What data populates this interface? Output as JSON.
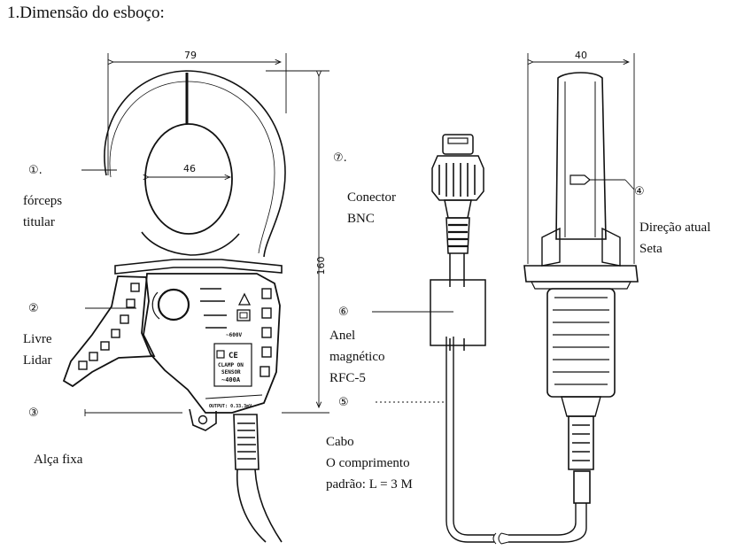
{
  "title": "1.Dimensão do esboço:",
  "dimensions": {
    "width_clamp": "79",
    "inner_jaw": "46",
    "height": "160",
    "side_width": "40"
  },
  "markers": {
    "m1": "①.",
    "m2": "②",
    "m3": "③",
    "m4": "④",
    "m5": "⑤",
    "m6": "⑥",
    "m7": "⑦."
  },
  "labels": {
    "forceps": [
      "fórceps",
      "titular"
    ],
    "livre": [
      "Livre",
      "Lidar"
    ],
    "alca": "Alça fixa",
    "conector": [
      "Conector",
      "BNC"
    ],
    "anel": [
      "Anel",
      "magnético",
      "RFC-5"
    ],
    "cabo": [
      "Cabo",
      "O  comprimento",
      "padrão: L = 3 M"
    ],
    "direcao": [
      "Direção atual",
      "Seta"
    ]
  },
  "device_text": {
    "line1": "CLAMP ON",
    "line2": "SENSOR",
    "line3": "~400A",
    "output": "OUTPUT: 0.33.3mV",
    "ce": "CE",
    "volt": "~600V"
  }
}
